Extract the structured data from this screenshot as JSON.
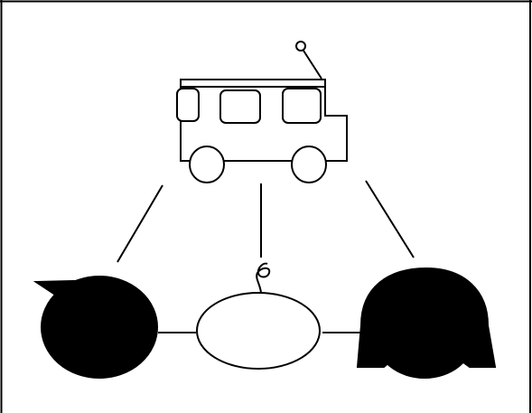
{
  "figure": {
    "background": "#ffffff",
    "ink": "#000000",
    "nodes": [
      {
        "id": "bus",
        "icon": "bus-icon"
      },
      {
        "id": "left",
        "icon": "dark-head-with-cap-icon"
      },
      {
        "id": "middle",
        "icon": "hollow-head-with-curl-icon"
      },
      {
        "id": "right",
        "icon": "dark-head-with-hair-icon"
      }
    ],
    "links": [
      {
        "from": "bus",
        "to": "left"
      },
      {
        "from": "bus",
        "to": "middle"
      },
      {
        "from": "bus",
        "to": "right"
      },
      {
        "from": "left",
        "to": "middle"
      },
      {
        "from": "middle",
        "to": "right"
      }
    ]
  }
}
